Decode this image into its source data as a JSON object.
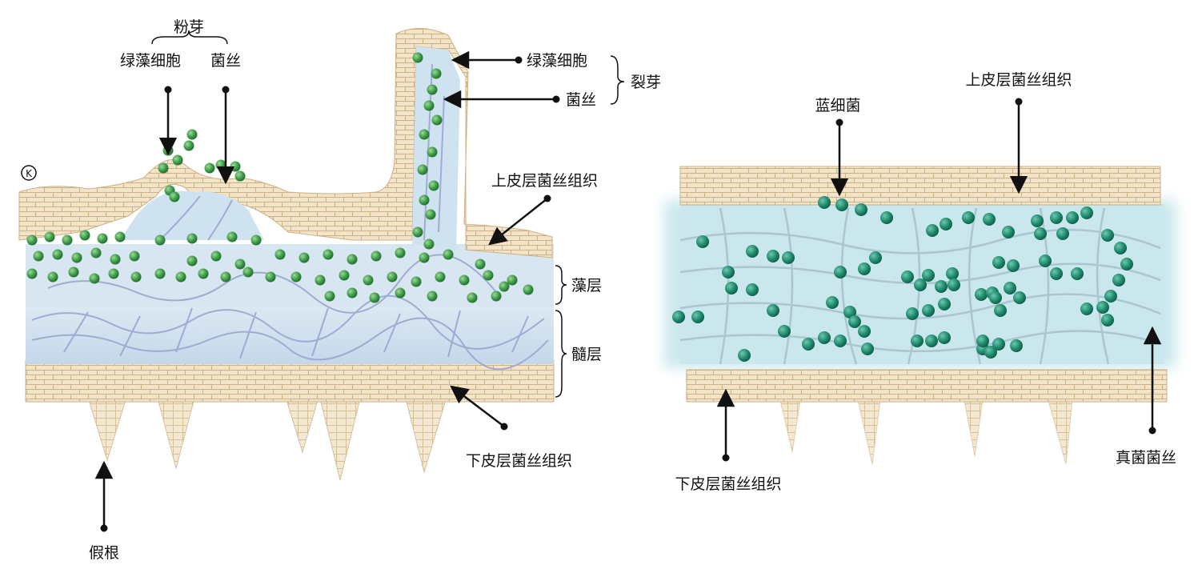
{
  "left_diagram": {
    "k_marker": "K",
    "soredium": {
      "group": "粉芽",
      "algal_cell": "绿藻细胞",
      "hypha": "菌丝"
    },
    "isidium": {
      "algal_cell": "绿藻细胞",
      "hypha": "菌丝",
      "group": "裂芽"
    },
    "upper_cortex": "上皮层菌丝组织",
    "algal_layer": "藻层",
    "medulla": "髓层",
    "lower_cortex": "下皮层菌丝组织",
    "rhizine": "假根"
  },
  "right_diagram": {
    "cyanobacteria": "蓝细菌",
    "upper_cortex": "上皮层菌丝组织",
    "lower_cortex": "下皮层菌丝组织",
    "fungal_hyphae": "真菌菌丝"
  },
  "colors": {
    "cortex_fill": "#f0e2c4",
    "cortex_line": "#c9ae82",
    "medulla_fill": "#cfe0ee",
    "hypha_line": "#9aa6cf",
    "green_algae": "#3c9a47",
    "cyano_algae": "#1f8a6d",
    "right_matrix": "#c9e7ec"
  }
}
